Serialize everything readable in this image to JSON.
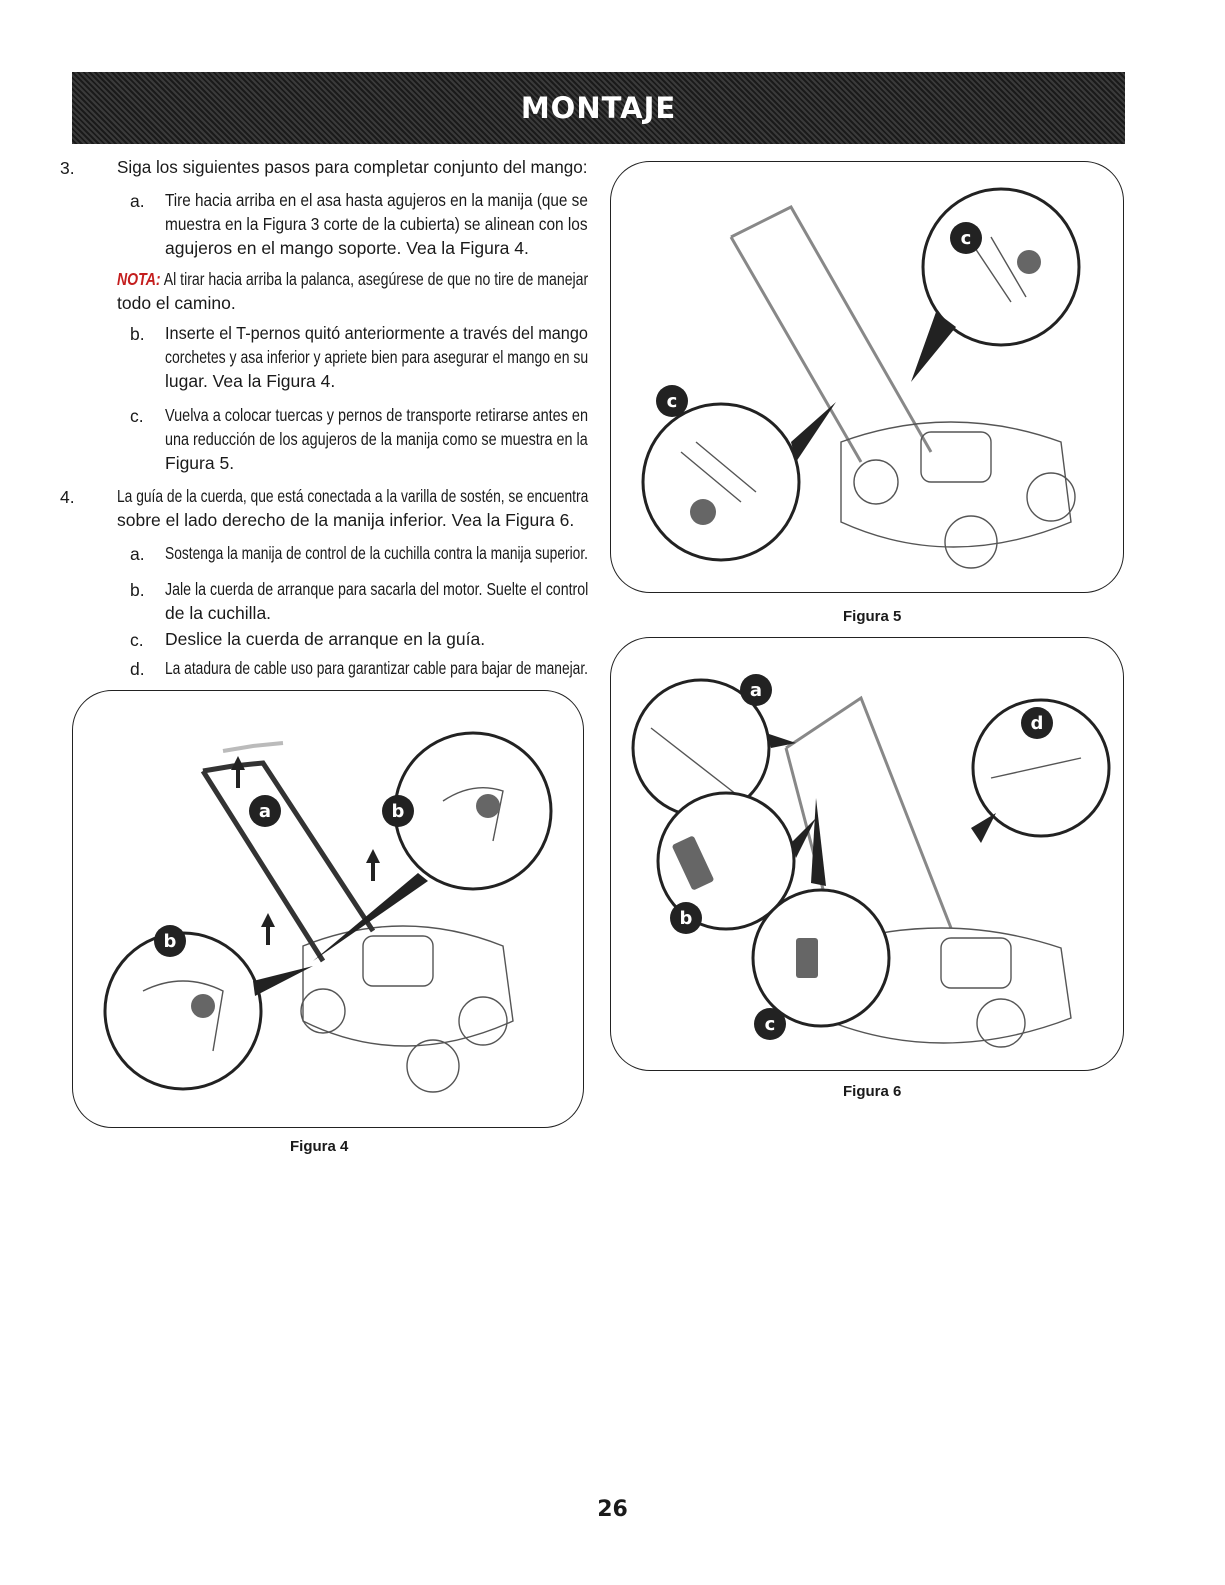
{
  "header": {
    "title": "MONTAJE"
  },
  "steps": {
    "s3": {
      "num": "3.",
      "text": "Siga los siguientes pasos para completar conjunto del mango:",
      "a": {
        "label": "a.",
        "lines": [
          "Tire hacia arriba en el asa hasta agujeros en la manija (que se",
          "muestra en la Figura 3 corte de la cubierta) se alinean con los",
          "agujeros en el mango soporte. Vea la Figura 4."
        ]
      },
      "nota": {
        "label": "NOTA:",
        "line1": "Al tirar hacia arriba la palanca, asegúrese de que no tire de manejar",
        "line2": "todo el camino."
      },
      "b": {
        "label": "b.",
        "lines": [
          "Inserte el T-pernos quitó anteriormente a través del mango",
          "corchetes y asa inferior y apriete bien para asegurar el mango en su",
          "lugar. Vea la Figura 4."
        ]
      },
      "c": {
        "label": "c.",
        "lines": [
          "Vuelva a colocar tuercas y pernos de transporte retirarse antes en",
          "una reducción de los agujeros de la manija como se muestra en la",
          "Figura 5."
        ]
      }
    },
    "s4": {
      "num": "4.",
      "lines": [
        "La guía de la cuerda, que está conectada a la varilla de sostén, se encuentra",
        "sobre el lado derecho de la manija inferior. Vea la Figura 6."
      ],
      "a": {
        "label": "a.",
        "text": "Sostenga la manija de control de la cuchilla contra la manija superior."
      },
      "b": {
        "label": "b.",
        "lines": [
          "Jale la cuerda de arranque para sacarla del motor. Suelte el control",
          "de la cuchilla."
        ]
      },
      "c": {
        "label": "c.",
        "text": "Deslice la cuerda de arranque en la guía."
      },
      "d": {
        "label": "d.",
        "text": "La atadura de cable uso para garantizar cable para bajar de manejar."
      }
    }
  },
  "figures": {
    "fig4": {
      "caption": "Figura 4",
      "callouts": [
        "a",
        "b",
        "b"
      ]
    },
    "fig5": {
      "caption": "Figura 5",
      "callouts": [
        "c",
        "c"
      ]
    },
    "fig6": {
      "caption": "Figura 6",
      "callouts": [
        "a",
        "b",
        "c",
        "d"
      ]
    }
  },
  "page_number": "26",
  "colors": {
    "banner": "#2b2b2b",
    "nota": "#c41e1e",
    "callout": "#222222"
  }
}
